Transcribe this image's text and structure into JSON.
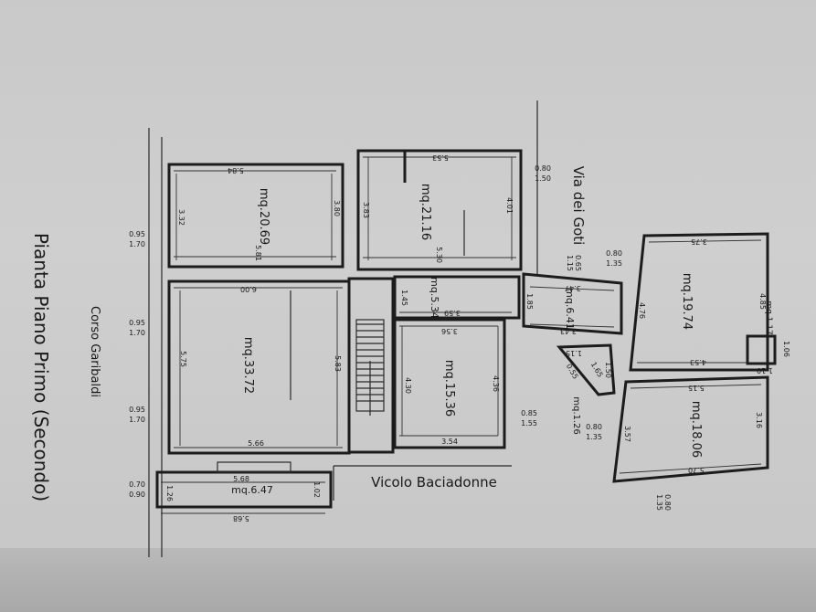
{
  "title": "Pianta Piano Primo (Secondo)",
  "streets": {
    "corso": "Corso Garibaldi",
    "vicolo": "Vicolo Baciadonne",
    "via": "Via dei Goti"
  },
  "rooms": {
    "r1": {
      "area": "mq.20.69",
      "top": "5.84",
      "bottom": "5.81",
      "left": "3.32",
      "right": "3.80"
    },
    "r2": {
      "area": "mq.21.16",
      "top": "5.53",
      "bottom": "5.30",
      "left": "3.83",
      "right": "4.01"
    },
    "r3": {
      "area": "mq.33.72",
      "top": "6.00",
      "bottom": "5.66",
      "left": "5.75",
      "right": "5.83"
    },
    "r4": {
      "area": "mq.5.34",
      "w": "3.59",
      "h": "1.45"
    },
    "r5": {
      "area": "mq.15.36",
      "top": "3.56",
      "bottom": "3.54",
      "left": "4.30",
      "right": "4.36"
    },
    "r6": {
      "area": "mq.6.47",
      "top": "5.68",
      "bottom": "5.68",
      "left": "1.26",
      "right": "1.02"
    },
    "r7": {
      "area": "mq.6.41",
      "top": "3.47",
      "bottom": "3.43",
      "left": "1.85"
    },
    "r8": {
      "area": "mq.1.26",
      "d1": "1.15",
      "d2": "1.65",
      "d3": "0.55",
      "d4": "1.50"
    },
    "r9": {
      "area": "mq.19.74",
      "top": "3.75",
      "bottom": "4.53",
      "left": "4.76",
      "right": "4.85"
    },
    "r10": {
      "area": "mq.18.06",
      "top": "5.15",
      "bottom": "5.70",
      "left": "3.57",
      "right": "3.16"
    },
    "r11": {
      "area": "mq.1.17",
      "w": "1.10",
      "h": "1.06"
    }
  },
  "openings": {
    "a": {
      "w": "0.95",
      "h": "1.70"
    },
    "b": {
      "w": "0.95",
      "h": "1.70"
    },
    "c": {
      "w": "0.95",
      "h": "1.70"
    },
    "d": {
      "w": "0.70",
      "h": "0.90"
    },
    "e": {
      "w": "0.80",
      "h": "1.50"
    },
    "f": {
      "w": "0.65",
      "h": "1.15"
    },
    "g": {
      "w": "0.80",
      "h": "1.35"
    },
    "h": {
      "w": "0.85",
      "h": "1.55"
    },
    "i": {
      "w": "0.80",
      "h": "1.35"
    },
    "j": {
      "w": "0.80",
      "h": "1.35"
    }
  }
}
